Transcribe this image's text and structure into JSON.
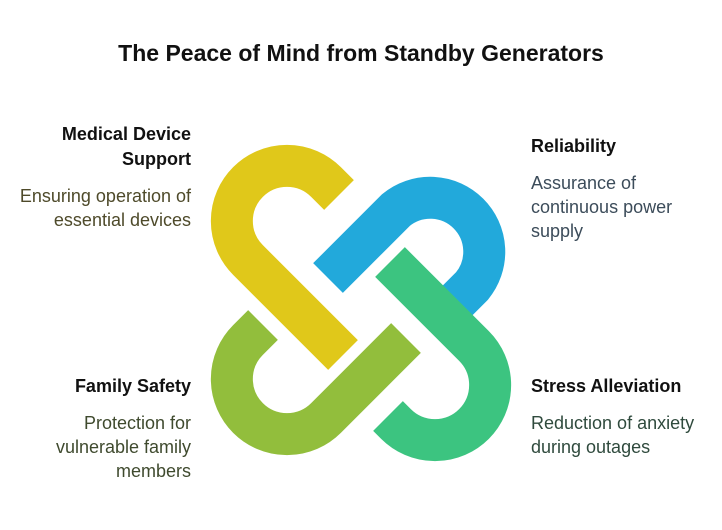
{
  "title": "The Peace of Mind from Standby Generators",
  "items": [
    {
      "heading": "Medical Device Support",
      "description": "Ensuring operation of essential devices",
      "color": "#E0C81A",
      "text_color": "#4E4A2A"
    },
    {
      "heading": "Reliability",
      "description": "Assurance of continuous power supply",
      "color": "#22A9DB",
      "text_color": "#3C4C5A"
    },
    {
      "heading": "Family Safety",
      "description": "Protection for vulnerable family members",
      "color": "#92BE3C",
      "text_color": "#3F4A2E"
    },
    {
      "heading": "Stress Alleviation",
      "description": "Reduction of anxiety during outages",
      "color": "#3CC480",
      "text_color": "#2F4A3D"
    }
  ]
}
